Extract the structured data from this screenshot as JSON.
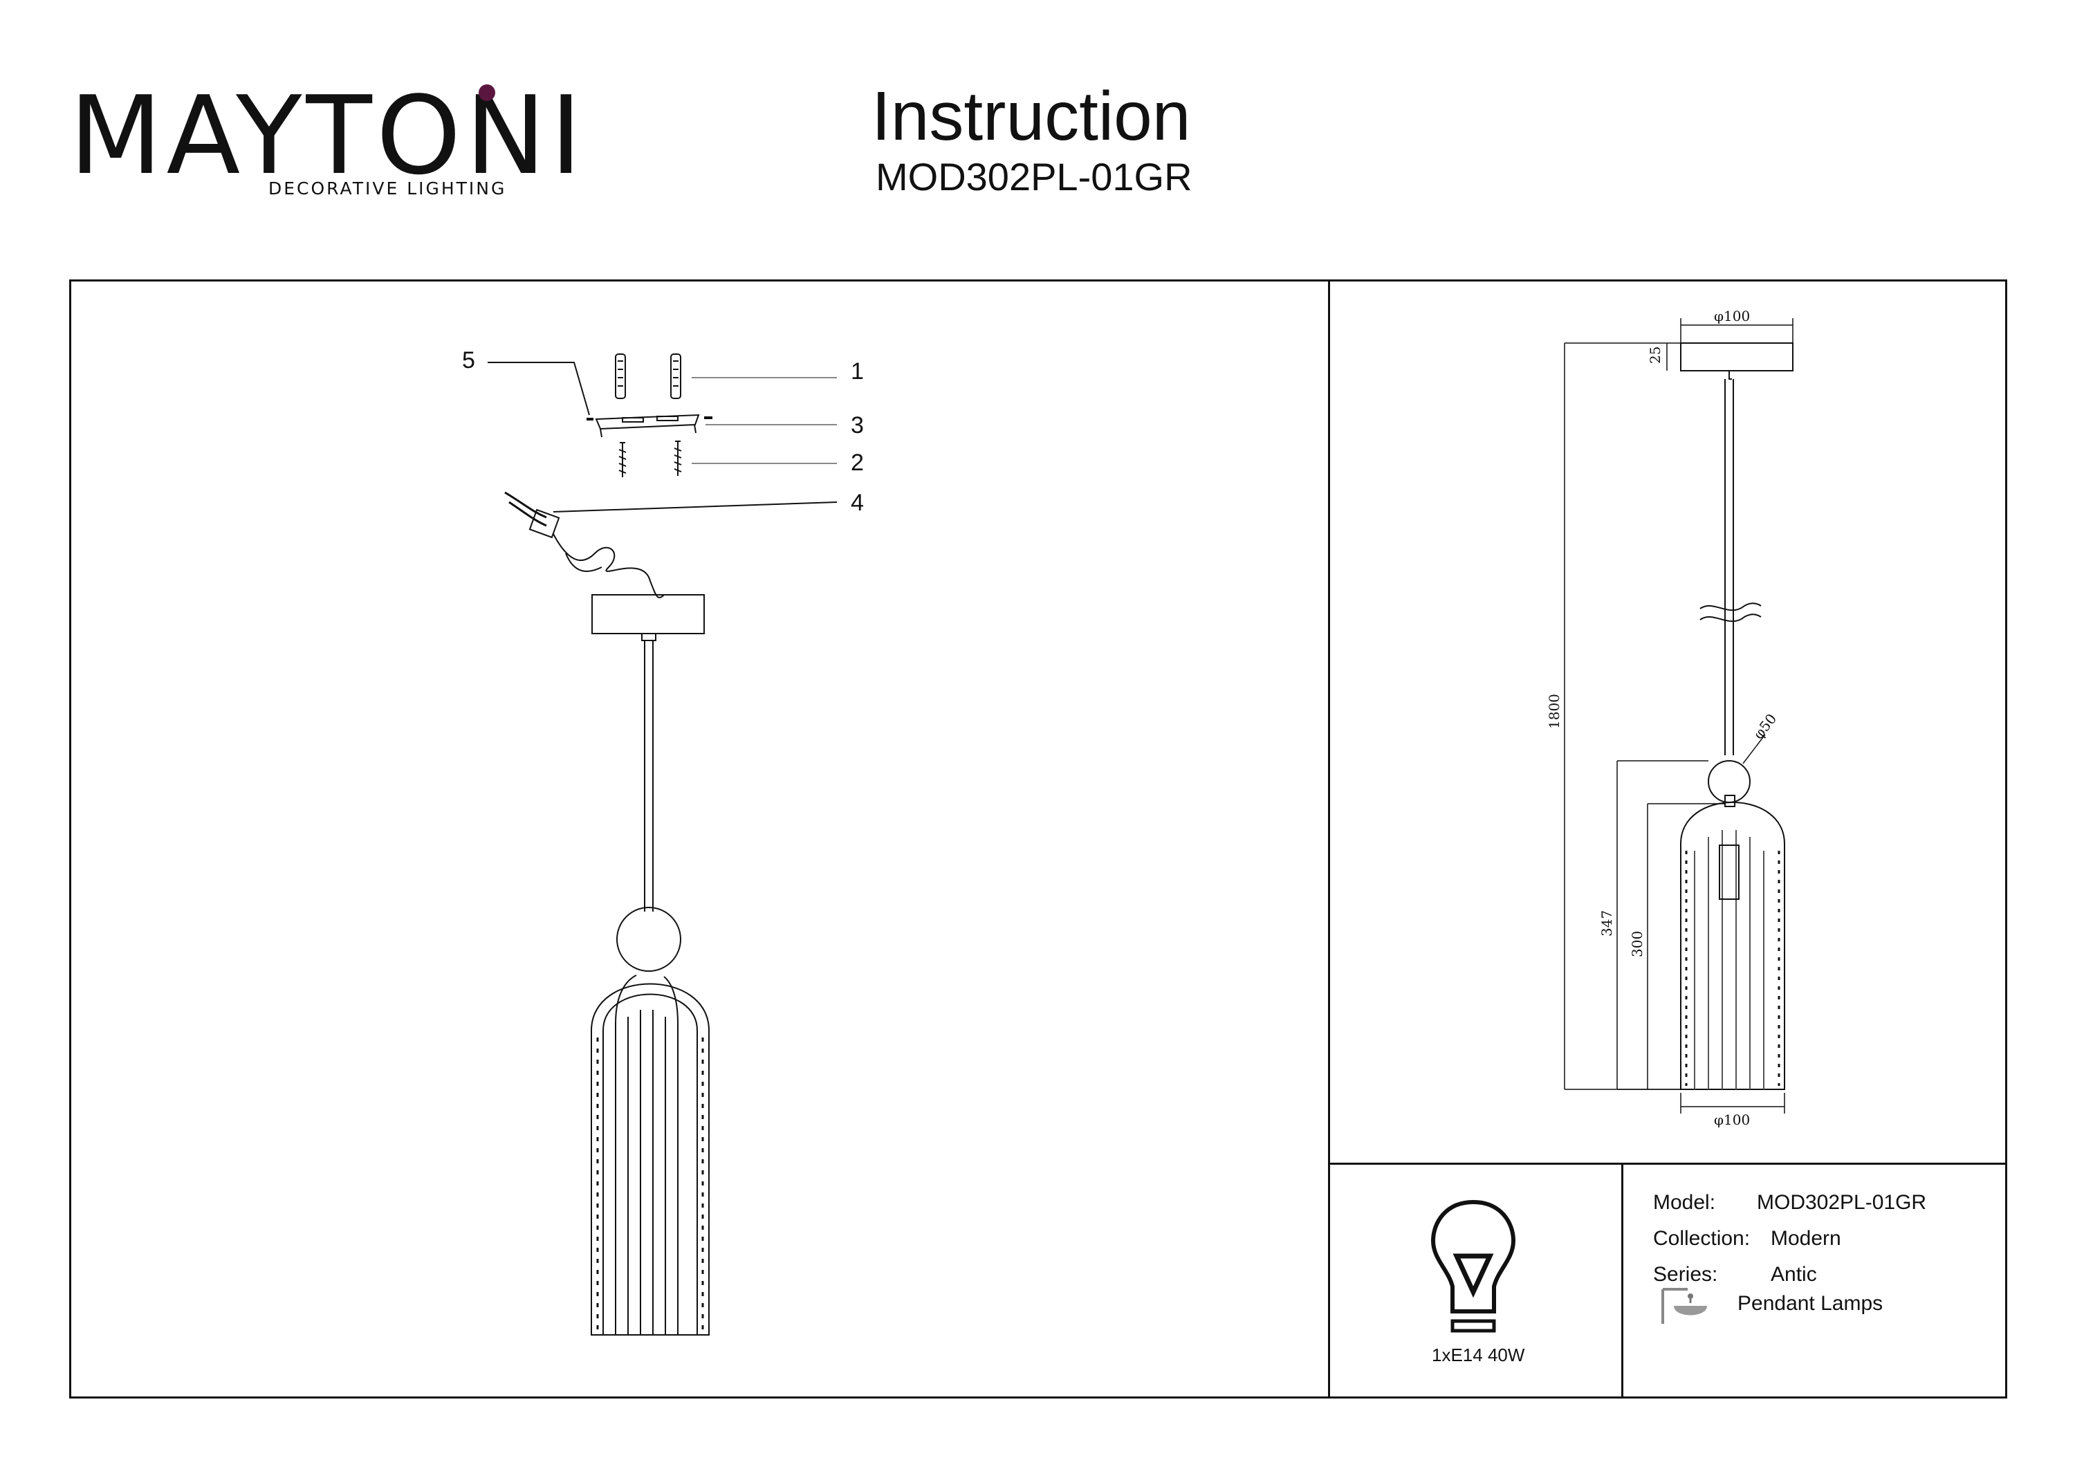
{
  "header": {
    "brand": "MAYTONI",
    "brand_tagline": "DECORATIVE LIGHTING",
    "title": "Instruction",
    "model_code": "MOD302PL-01GR"
  },
  "assembly": {
    "callouts": [
      "1",
      "2",
      "3",
      "4",
      "5"
    ]
  },
  "dimensions": {
    "canopy_diameter": "φ100",
    "canopy_height": "25",
    "total_height": "1800",
    "ball_diameter": "φ50",
    "shade_with_ball_height": "347",
    "shade_height": "300",
    "shade_diameter": "φ100"
  },
  "bulb": {
    "spec": "1xE14 40W",
    "icon": "bulb-icon"
  },
  "specs": {
    "model_label": "Model:",
    "model_value": "MOD302PL-01GR",
    "collection_label": "Collection:",
    "collection_value": "Modern",
    "series_label": "Series:",
    "series_value": "Antic",
    "type_value": "Pendant Lamps",
    "type_icon": "pendant-lamp-icon"
  },
  "colors": {
    "brand_accent": "#5b1640",
    "ink": "#111111"
  }
}
